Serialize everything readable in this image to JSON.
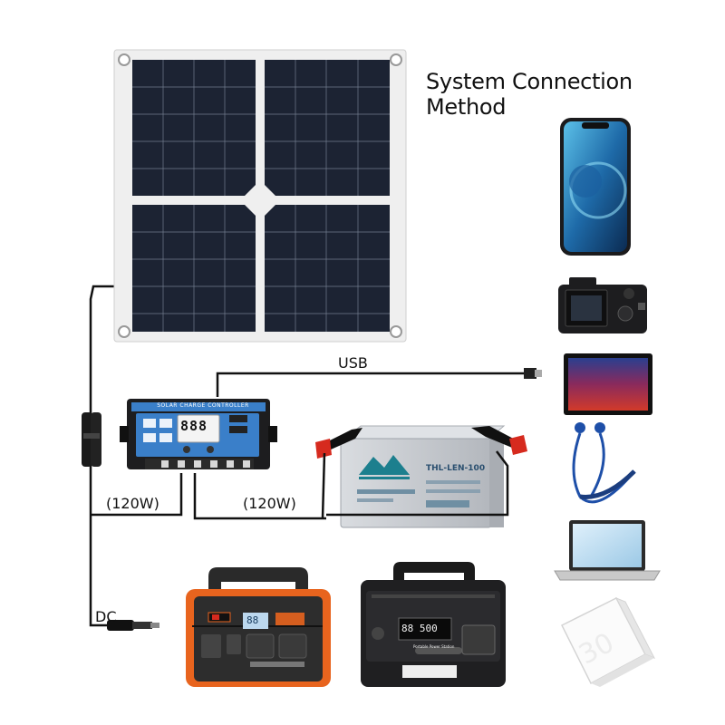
{
  "title": "System Connection Method",
  "labels": {
    "usb": "USB",
    "controller_power": "(120W)",
    "battery_power": "(120W)",
    "dc": "DC"
  },
  "controller": {
    "brand_text": "SOLAR CHARGE CONTROLLER",
    "lcd_digits": "888"
  },
  "battery": {
    "model": "THL-LEN-100"
  },
  "power_station_1": {
    "screen_text": "88"
  },
  "power_station_2": {
    "screen_text": "88 500",
    "badge_text": "Portable Power Station"
  },
  "devices": [
    "smartphone",
    "camera",
    "tablet",
    "earphones",
    "laptop",
    "power-bank"
  ],
  "colors": {
    "panel_frame": "#eeeeee",
    "panel_cell": "#1c2333",
    "controller_blue": "#3a7fc9",
    "station_orange": "#e8641e",
    "battery_gray": "#c9ccd1",
    "clamp_red": "#d62a1e",
    "cable": "#111111"
  }
}
